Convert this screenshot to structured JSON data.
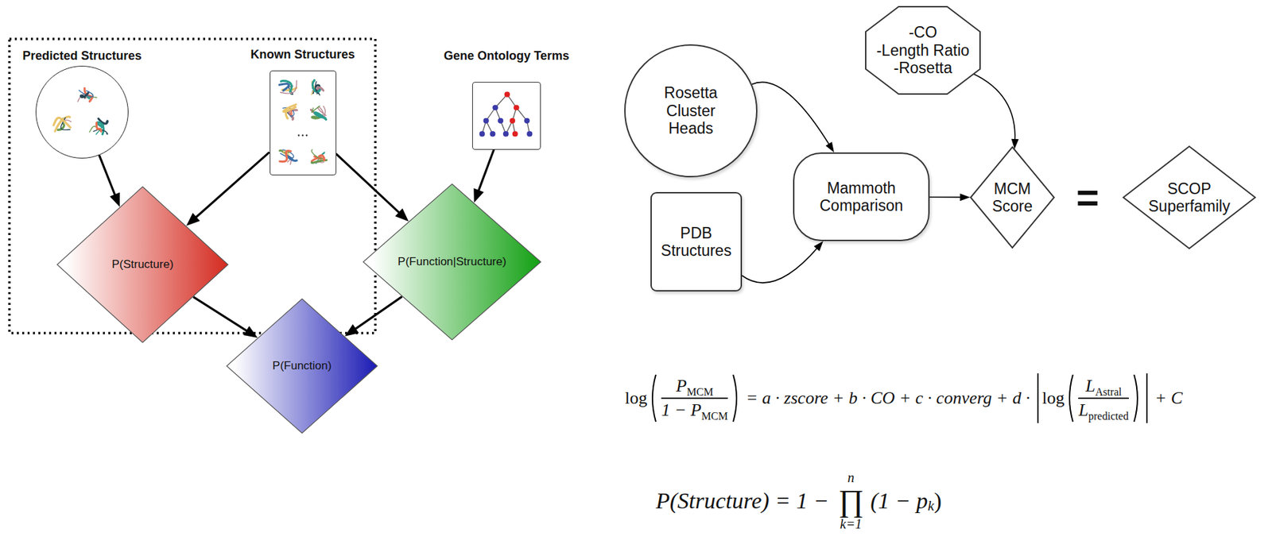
{
  "diagram": {
    "nodes": [
      {
        "text": [
          "Predicted Structures"
        ]
      },
      {
        "text": [
          "Known Structures"
        ]
      },
      {
        "text": [
          "Gene Ontology Terms"
        ]
      },
      {
        "text": [
          "P(Structure)"
        ]
      },
      {
        "text": [
          "P(Function|Structure)"
        ]
      },
      {
        "text": [
          "P(Function)"
        ]
      },
      {
        "text": [
          "-CO",
          "-Length Ratio",
          "-Rosetta"
        ]
      },
      {
        "text": [
          "Rosetta Cluster Heads"
        ]
      },
      {
        "text": [
          "PDB Structures"
        ]
      },
      {
        "text": [
          "Mammoth Comparison"
        ]
      },
      {
        "text": [
          "MCM Score"
        ]
      },
      {
        "text": [
          "SCOP Superfamily"
        ]
      }
    ],
    "edges": [
      {
        "from": 0,
        "to": 3,
        "arrow": "to"
      },
      {
        "from": 1,
        "to": 3,
        "arrow": "to"
      },
      {
        "from": 1,
        "to": 4,
        "arrow": "to"
      },
      {
        "from": 2,
        "to": 4,
        "arrow": "to"
      },
      {
        "from": 3,
        "to": 5,
        "arrow": "to"
      },
      {
        "from": 4,
        "to": 5,
        "arrow": "to"
      },
      {
        "from": 7,
        "to": 9,
        "arrow": "to"
      },
      {
        "from": 8,
        "to": 9,
        "arrow": "to"
      },
      {
        "from": 9,
        "to": 10,
        "arrow": "to"
      },
      {
        "from": 6,
        "to": 10,
        "arrow": "to"
      }
    ],
    "labels": [
      "=",
      "log",
      "P",
      "MCM",
      "1 − P",
      "MCM",
      "= a · zscore + b · CO + c · converg + d ·",
      "log",
      "L",
      "Astral",
      "L",
      "predicted",
      "+ C",
      "P(Structure) = 1 −",
      "∏",
      "n",
      "k=1",
      "(1 − p",
      "k",
      ")"
    ]
  }
}
